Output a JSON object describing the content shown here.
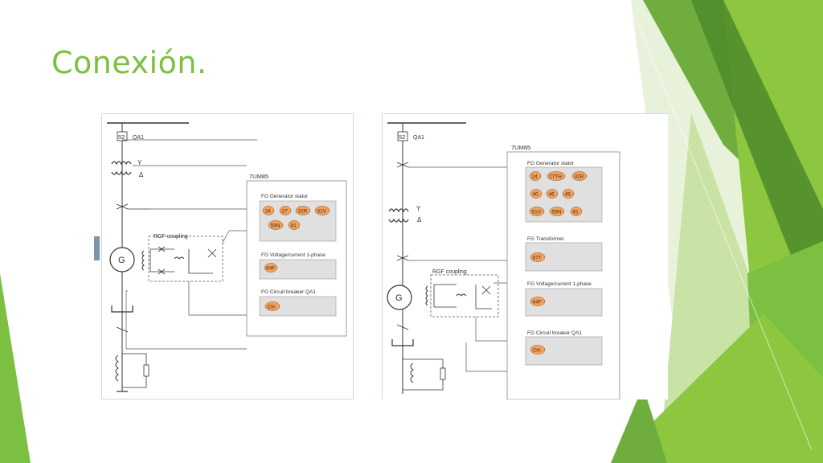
{
  "slide": {
    "title": "Conexión."
  },
  "colors": {
    "accent": "#7CC042",
    "dark_green": "#4E8A2A",
    "mid_green": "#8DC63F",
    "orange": "#F4A15B",
    "panel_gray": "#E0E0E0"
  },
  "diagram_left": {
    "breaker": "52",
    "breaker_name": "QA1",
    "transformer_label_y": "Y",
    "transformer_label_delta": "Δ",
    "relay_name": "7UM85",
    "coupling_label": "RGF coupling",
    "generator_label": "G",
    "groups": [
      {
        "title": "FG  Generator stator",
        "functions": [
          "24",
          "27",
          "32R",
          "51V",
          "59N",
          "81"
        ]
      },
      {
        "title": "FG  Voltage/current 1-phase",
        "functions": [
          "64F"
        ]
      },
      {
        "title": "FG  Circuit breaker QA1",
        "functions": [
          "Ctrl"
        ]
      }
    ]
  },
  "diagram_right": {
    "breaker": "52",
    "breaker_name": "QA1",
    "transformer_label_y": "Y",
    "transformer_label_delta": "Δ",
    "relay_name": "7UM85",
    "coupling_label": "RGF coupling",
    "generator_label": "G",
    "groups": [
      {
        "title": "FG  Generator stator",
        "functions": [
          "24",
          "27TH",
          "32R",
          "40",
          "46",
          "49",
          "51V",
          "59N",
          "81"
        ]
      },
      {
        "title": "FG  Transformer",
        "functions": [
          "87T"
        ]
      },
      {
        "title": "FG  Voltage/current 1-phase",
        "functions": [
          "64F"
        ]
      },
      {
        "title": "FG  Circuit breaker QA1",
        "functions": [
          "Ctrl"
        ]
      }
    ]
  }
}
